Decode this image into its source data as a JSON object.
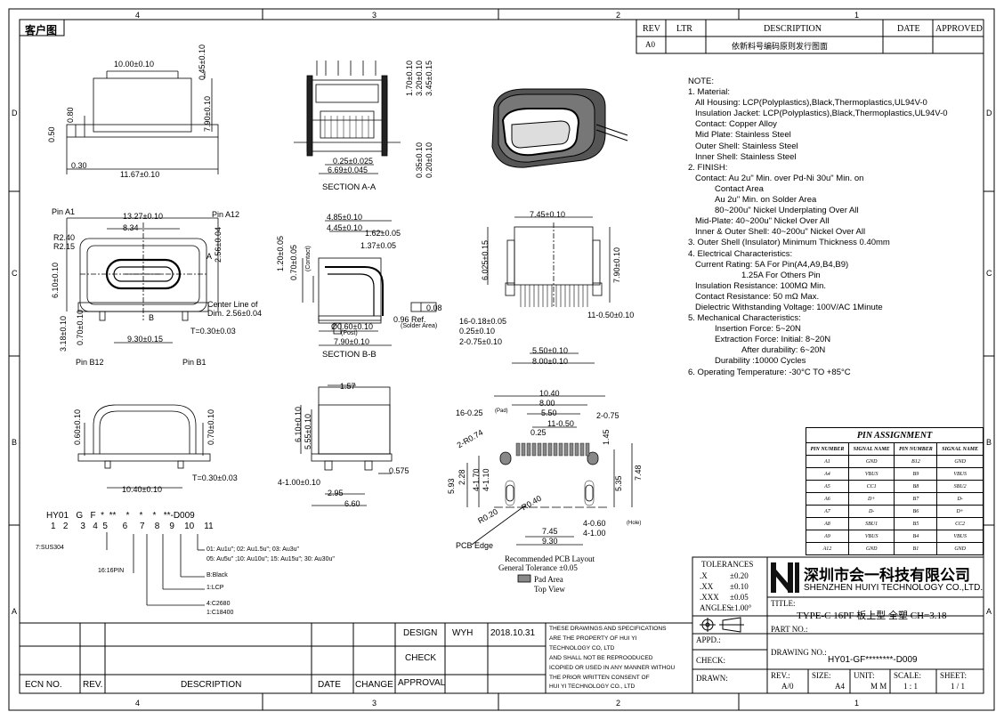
{
  "frame": {
    "col_top": [
      "4",
      "3",
      "2",
      "1"
    ],
    "col_bottom": [
      "4",
      "3",
      "2",
      "1"
    ],
    "row_left": [
      "D",
      "C",
      "B",
      "A"
    ],
    "row_right": [
      "D",
      "C",
      "B",
      "A"
    ]
  },
  "title_tag": "客户图",
  "revision": {
    "headers": [
      "REV",
      "LTR",
      "DESCRIPTION",
      "DATE",
      "APPROVED"
    ],
    "row": {
      "rev": "A0",
      "ltr": "",
      "description": "依新料号编码原则发行图面",
      "date": "",
      "approved": ""
    }
  },
  "notes": [
    "NOTE:",
    "1. Material:",
    "All Housing: LCP(Polyplastics),Black,Thermoplastics,UL94V-0",
    "Insulation Jacket: LCP(Polyplastics),Black,Thermoplastics,UL94V-0",
    "Contact: Copper Alloy",
    "Mid Plate: Stainless Steel",
    "Outer Shell: Stainless Steel",
    "Inner Shell: Stainless Steel",
    "2. FINISH:",
    "Contact: Au 2u\" Min. over Pd-Ni 30u\" Min. on",
    "Contact Area",
    "Au 2u\" Min. on Solder Area",
    "80~200u\" Nickel Underplating Over All",
    "Mid-Plate: 40~200u\" Nickel Over All",
    "Inner & Outer Shell: 40~200u\" Nickel Over All",
    "3. Outer Shell (Insulator) Minimum Thickness 0.40mm",
    "4. Electrical Characteristics:",
    "Current Rating: 5A For Pin(A4,A9,B4,B9)",
    "1.25A For Others Pin",
    "Insulation Resistance: 100MΩ Min.",
    "Contact Resistance: 50 mΩ Max.",
    "Dielectric Withstanding Voltage: 100V/AC 1Minute",
    "5. Mechanical Characteristics:",
    "Insertion Force: 5~20N",
    "Extraction Force: Initial: 8~20N",
    "After durability: 6~20N",
    "Durability :10000 Cycles",
    "6. Operating Temperature: -30°C TO +85°C"
  ],
  "pin_assignment": {
    "title": "PIN ASSIGNMENT",
    "headers": [
      "PIN NUMBER",
      "SIGNAL NAME",
      "PIN NUMBER",
      "SIGNAL NAME"
    ],
    "rows": [
      [
        "A1",
        "GND",
        "B12",
        "GND"
      ],
      [
        "A4",
        "VBUS",
        "B9",
        "VBUS"
      ],
      [
        "A5",
        "CC1",
        "B8",
        "SBU2"
      ],
      [
        "A6",
        "D+",
        "B7",
        "D-"
      ],
      [
        "A7",
        "D-",
        "B6",
        "D+"
      ],
      [
        "A8",
        "SBU1",
        "B5",
        "CC2"
      ],
      [
        "A9",
        "VBUS",
        "B4",
        "VBUS"
      ],
      [
        "A12",
        "GND",
        "B1",
        "GND"
      ]
    ]
  },
  "views": {
    "top": {
      "d1": "10.00±0.10",
      "d2": "0.45±0.10",
      "d3": "7.90±0.10",
      "d4": "0.80",
      "d5": "0.50",
      "d6": "0.30",
      "d7": "11.67±0.10"
    },
    "section_aa": {
      "label": "SECTION A-A",
      "d1": "1.70±0.10",
      "d2": "3.20±0.10",
      "d3": "3.45±0.15",
      "d4": "0.25±0.025",
      "d5": "6.69±0.045",
      "d6": "0.35±0.10",
      "d7": "0.20±0.10"
    },
    "front": {
      "pin_a1": "Pin A1",
      "pin_a12": "Pin A12",
      "pin_b12": "Pin B12",
      "pin_b1": "Pin B1",
      "d1": "13.27±0.10",
      "d2": "8.34",
      "r1": "R2.40",
      "r2": "R2.15",
      "d3": "2.56±0.04",
      "d4": "6.10±0.10",
      "d5": "0.70±0.10",
      "d6": "3.18±0.10",
      "d7": "9.30±0.15",
      "d8": "T=0.30±0.03",
      "center": "Center Line of",
      "center2": "Dim. 2.56±0.04",
      "lbl_a": "A",
      "lbl_b": "B"
    },
    "section_bb": {
      "label": "SECTION B-B",
      "d1": "4.85±0.10",
      "d2": "4.45±0.10",
      "d3": "1.62±0.05",
      "d4": "1.37±0.05",
      "d5": "1.20±0.05",
      "d6": "0.70±0.05",
      "d7": "0.08",
      "d8": "0.96 Ref.",
      "d9": "Ø0.60±0.10",
      "d10": "7.90±0.10",
      "contact": "(Contact)",
      "post": "(Post)",
      "solder": "(Solder Area)"
    },
    "bottom": {
      "d1": "7.45±0.10",
      "d2": "6.025±0.15",
      "d3": "7.90±0.10",
      "d4": "16-0.18±0.05",
      "d5": "0.25±0.10",
      "d6": "2-0.75±0.10",
      "d7": "11-0.50±0.10",
      "d8": "5.50±0.10",
      "d9": "8.00±0.10"
    },
    "rear": {
      "d1": "0.60±0.10",
      "d2": "0.70±0.10",
      "d3": "10.40±0.10",
      "d4": "T=0.30±0.03"
    },
    "side": {
      "d1": "1.57",
      "d2": "6.10±0.10",
      "d3": "5.55±0.10",
      "d4": "0.575",
      "d5": "4-1.00±0.10",
      "d6": "2.95",
      "d7": "6.60"
    },
    "pcb": {
      "d1": "10.40",
      "d2": "8.00",
      "d3": "5.50",
      "d4": "16-0.25",
      "d5": "2-0.75",
      "d6": "11-0.50",
      "d7": "0.25",
      "d8": "2-R0.74",
      "d9": "1.45",
      "d10": "7.48",
      "d11": "5.93",
      "d12": "2.28",
      "d13": "4-1.70",
      "d14": "4-1.10",
      "d15": "5.35",
      "d16": "R0.20",
      "d17": "R0.40",
      "d18": "4-0.60",
      "d19": "4-1.00",
      "d20": "7.45",
      "d21": "9.30",
      "pad": "(Pad)",
      "hole": "(Hole)",
      "edge": "PCB Edge",
      "note1": "Recommended PCB Layout",
      "note2": "General Tolerance ±0.05",
      "legend": "Pad Area",
      "view": "Top View"
    }
  },
  "part_code": {
    "code": "HY01   G   F  *  **    *    *    *   **-D009",
    "nums": "1   2     3   4  5      6     7    8    9    10    11",
    "c7": "7:SUS304",
    "c16": "16:16PIN",
    "c11": "01: Au1u\"; 02: Au1.5u\"; 03: Au3u\"",
    "c11b": "05: Au5u\" ;10: Au10u\"; 15: Au15u\"; 30: Au30u\"",
    "c_b": "B:Black",
    "c_lcp": "1:LCP",
    "c_c": "4:C2680",
    "c_c2": "1:C18400"
  },
  "tolerances": {
    "title": "TOLERANCES",
    "rows": [
      [
        ".X",
        "±0.20"
      ],
      [
        ".XX",
        "±0.10"
      ],
      [
        ".XXX",
        "±0.05"
      ],
      [
        "ANGLES",
        "±1.00°"
      ]
    ]
  },
  "company": {
    "cn": "深圳市会一科技有限公司",
    "en": "SHENZHEN HUIYI TECHNOLOGY CO.,LTD."
  },
  "title_block": {
    "title_lbl": "TITLE:",
    "title": "TYPE-C 16PF 板上型 全塑 CH=3.18",
    "part_lbl": "PART NO.:",
    "part": "",
    "drawing_lbl": "DRAWING NO.:",
    "drawing": "HY01-GF********-D009",
    "appd": "APPD.:",
    "check": "CHECK:",
    "drawn": "DRAWN:",
    "rev_lbl": "REV.:",
    "rev": "A/0",
    "size_lbl": "SIZE:",
    "size": "A4",
    "unit_lbl": "UNIT:",
    "unit": "M M",
    "scale_lbl": "SCALE:",
    "scale": "1 : 1",
    "sheet_lbl": "SHEET:",
    "sheet": "1 / 1"
  },
  "approval": {
    "design": "DESIGN",
    "check": "CHECK",
    "approval": "APPROVAL",
    "designer": "WYH",
    "date": "2018.10.31",
    "legal": [
      "THESE DRAWINGS AND SPECIFICATIONS",
      "ARE THE PROPERTY OF HUI YI",
      "TECHNOLOGY  CO, LTD",
      "AND SHALL NOT BE REPROODUCED",
      "ICOPIED OR USED IN ANY MANNER WITHOU",
      "THE PRIOR WRITTEN CONSENT OF",
      "HUI YI  TECHNOLOGY CO., LTD"
    ]
  },
  "ecn": {
    "ecn": "ECN NO.",
    "rev": "REV.",
    "desc": "DESCRIPTION",
    "date": "DATE",
    "change": "CHANGE"
  }
}
